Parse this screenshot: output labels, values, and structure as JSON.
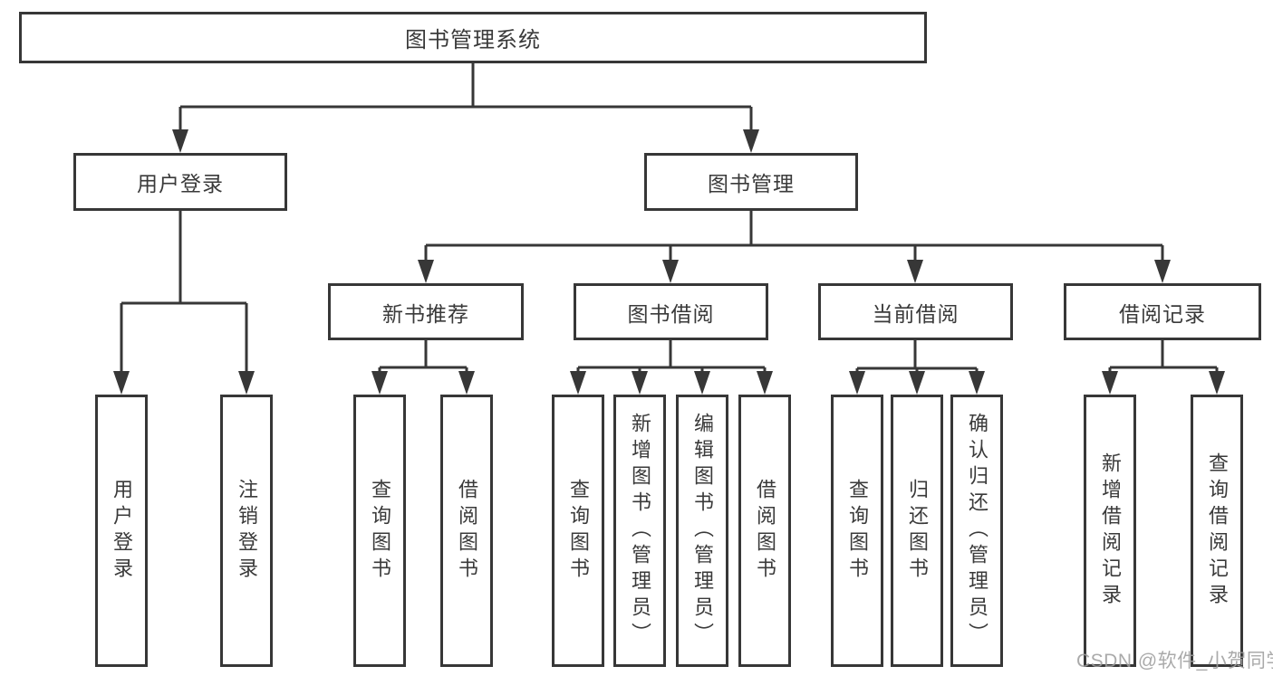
{
  "diagram": {
    "root": "图书管理系统",
    "branches": [
      {
        "label": "用户登录",
        "children": [
          "用户登录",
          "注销登录"
        ]
      },
      {
        "label": "图书管理",
        "sections": [
          {
            "label": "新书推荐",
            "children": [
              "查询图书",
              "借阅图书"
            ]
          },
          {
            "label": "图书借阅",
            "children": [
              "查询图书",
              "新增图书（管理员）",
              "编辑图书（管理员）",
              "借阅图书"
            ]
          },
          {
            "label": "当前借阅",
            "children": [
              "查询图书",
              "归还图书",
              "确认归还（管理员）"
            ]
          },
          {
            "label": "借阅记录",
            "children": [
              "新增借阅记录",
              "查询借阅记录"
            ]
          }
        ]
      }
    ],
    "watermark": "CSDN @软件_小贺同学",
    "colors": {
      "line": "#373737",
      "text": "#3a3a3a",
      "background": "#ffffff",
      "watermark": "#9e9e9e"
    }
  }
}
